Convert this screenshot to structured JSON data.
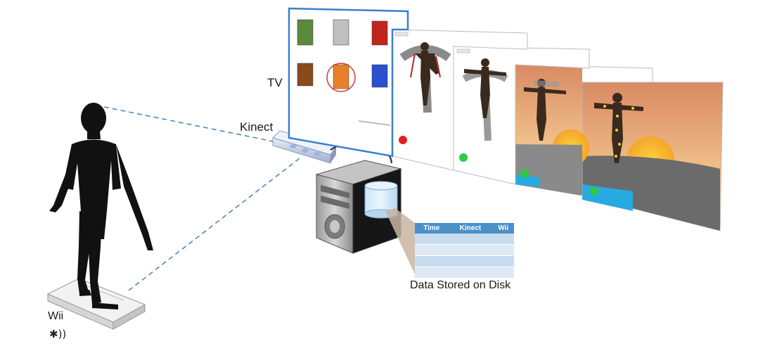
{
  "labels": {
    "tv": "TV",
    "kinect": "Kinect",
    "wii": "Wii",
    "disk": "Data Stored on Disk"
  },
  "table": {
    "headers": [
      "Time",
      "Kinect",
      "Wii"
    ],
    "empty_rows": 4
  },
  "icons": {
    "bluetooth": "bluetooth-signal-icon"
  },
  "colors": {
    "table_header": "#4a90c8",
    "connection_line": "#4a7fb8",
    "silhouette": "#111111",
    "status_red": "#e02020",
    "status_green": "#2ecc40"
  }
}
